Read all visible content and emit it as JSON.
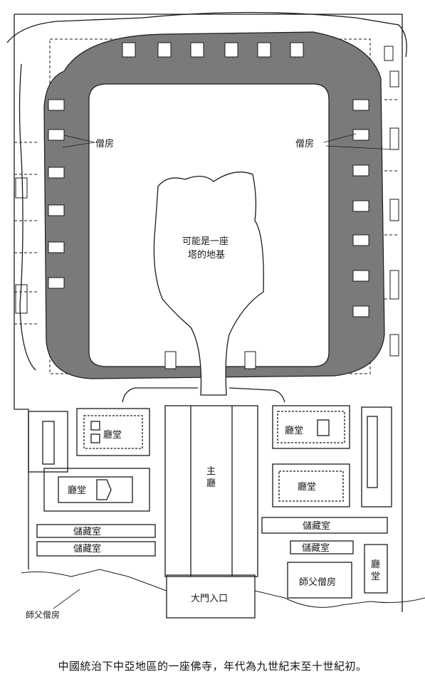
{
  "labels": {
    "monk_rooms_left": "僧房",
    "monk_rooms_right": "僧房",
    "pagoda_line1": "可能是一座",
    "pagoda_line2": "塔的地基",
    "main_hall_char1": "主",
    "main_hall_char2": "廳",
    "hall_top_left": "廳堂",
    "hall_mid_left": "廳堂",
    "hall_top_right": "廳堂",
    "hall_mid_right": "廳堂",
    "storage_left_1": "儲藏室",
    "storage_left_2": "儲藏室",
    "storage_right_1": "儲藏室",
    "storage_right_2": "儲藏室",
    "hall_far_right_char1": "廳",
    "hall_far_right_char2": "堂",
    "master_monk_rooms_right": "師父僧房",
    "master_monk_rooms_left": "師父僧房",
    "main_gate": "大門入口"
  },
  "caption": "中國統治下中亞地區的一座佛寺，年代為九世紀末至十世紀初。",
  "colors": {
    "courtyard_fill": "#7a7a7a",
    "line": "#1a1a1a",
    "paper": "#ffffff"
  }
}
